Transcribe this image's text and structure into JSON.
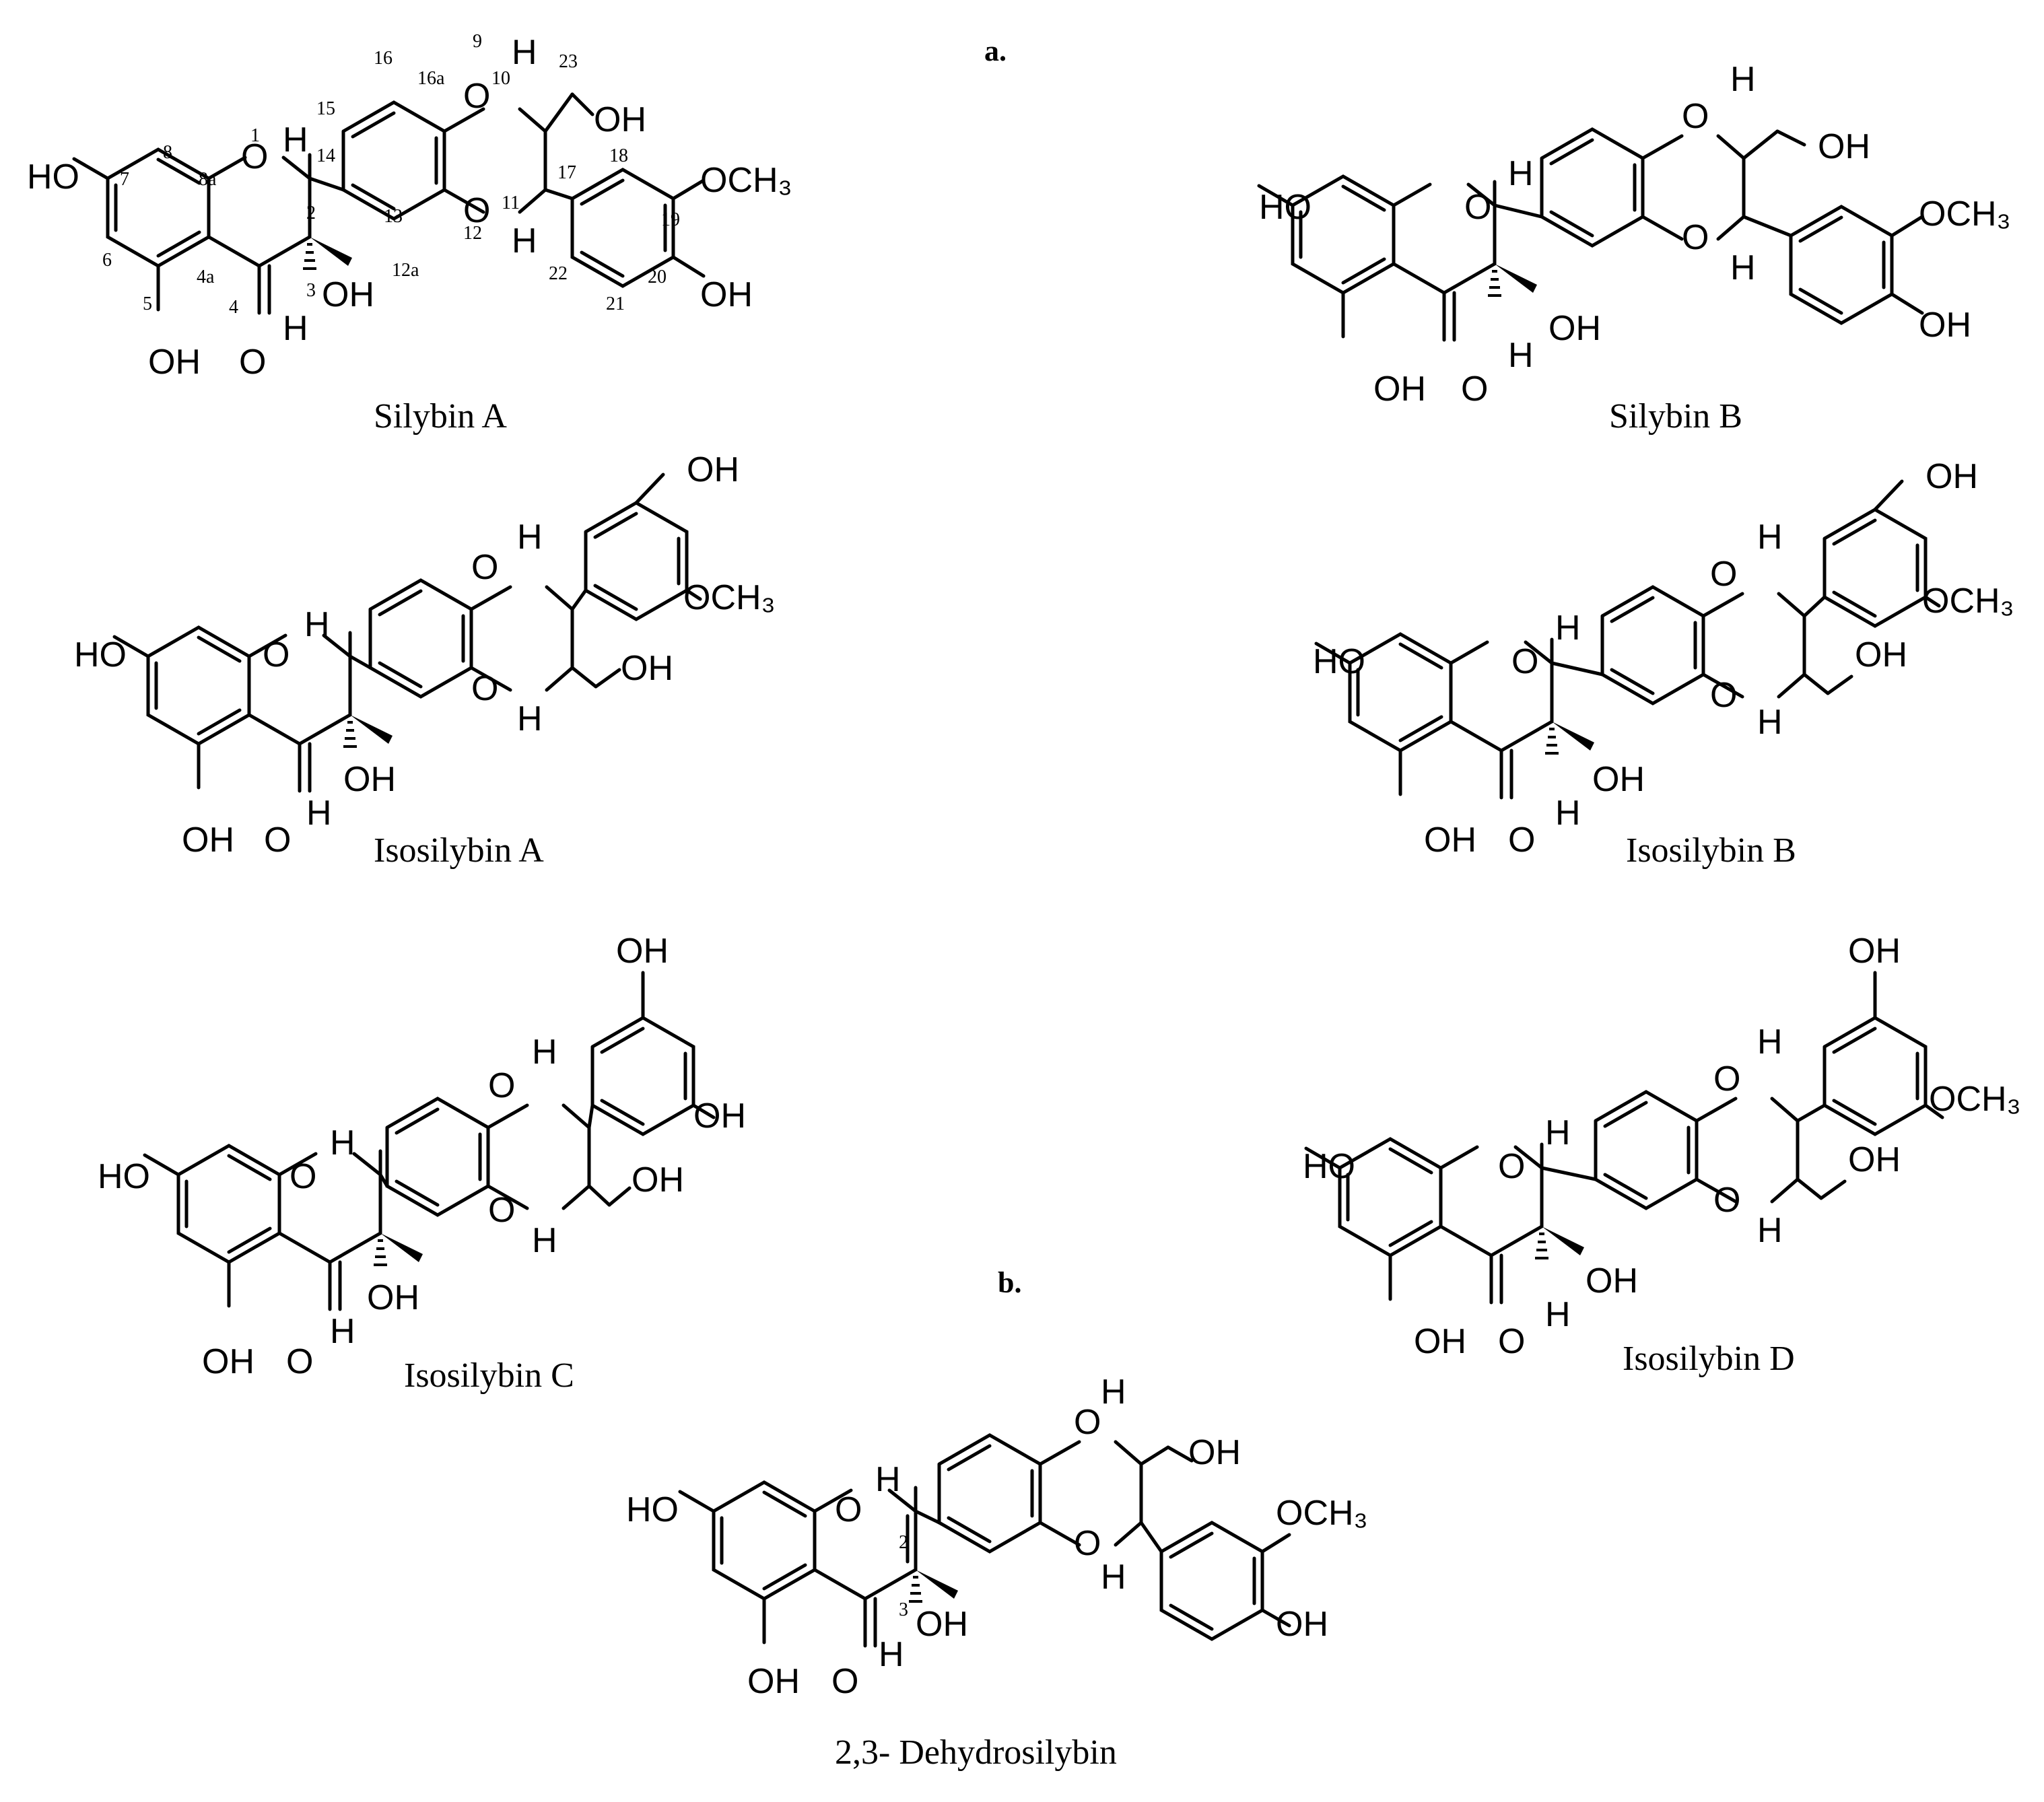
{
  "panel_labels": {
    "a": "a.",
    "b": "b."
  },
  "atom_labels": {
    "HO": "HO",
    "OH": "OH",
    "O": "O",
    "H": "H",
    "OCH3": "OCH₃"
  },
  "compounds": [
    {
      "id": "silybin_a",
      "caption": "Silybin A",
      "numbering": [
        "1",
        "2",
        "3",
        "4",
        "4a",
        "5",
        "6",
        "7",
        "8",
        "8a",
        "9",
        "10",
        "11",
        "12",
        "12a",
        "13",
        "14",
        "15",
        "16",
        "16a",
        "17",
        "18",
        "19",
        "20",
        "21",
        "22",
        "23"
      ]
    },
    {
      "id": "silybin_b",
      "caption": "Silybin B"
    },
    {
      "id": "isosilybin_a",
      "caption": "Isosilybin A"
    },
    {
      "id": "isosilybin_b",
      "caption": "Isosilybin B"
    },
    {
      "id": "isosilybin_c",
      "caption": "Isosilybin C"
    },
    {
      "id": "isosilybin_d",
      "caption": "Isosilybin D"
    },
    {
      "id": "dehydrosilybin",
      "caption": "2,3- Dehydrosilybin",
      "numbering": [
        "2",
        "3"
      ]
    }
  ]
}
